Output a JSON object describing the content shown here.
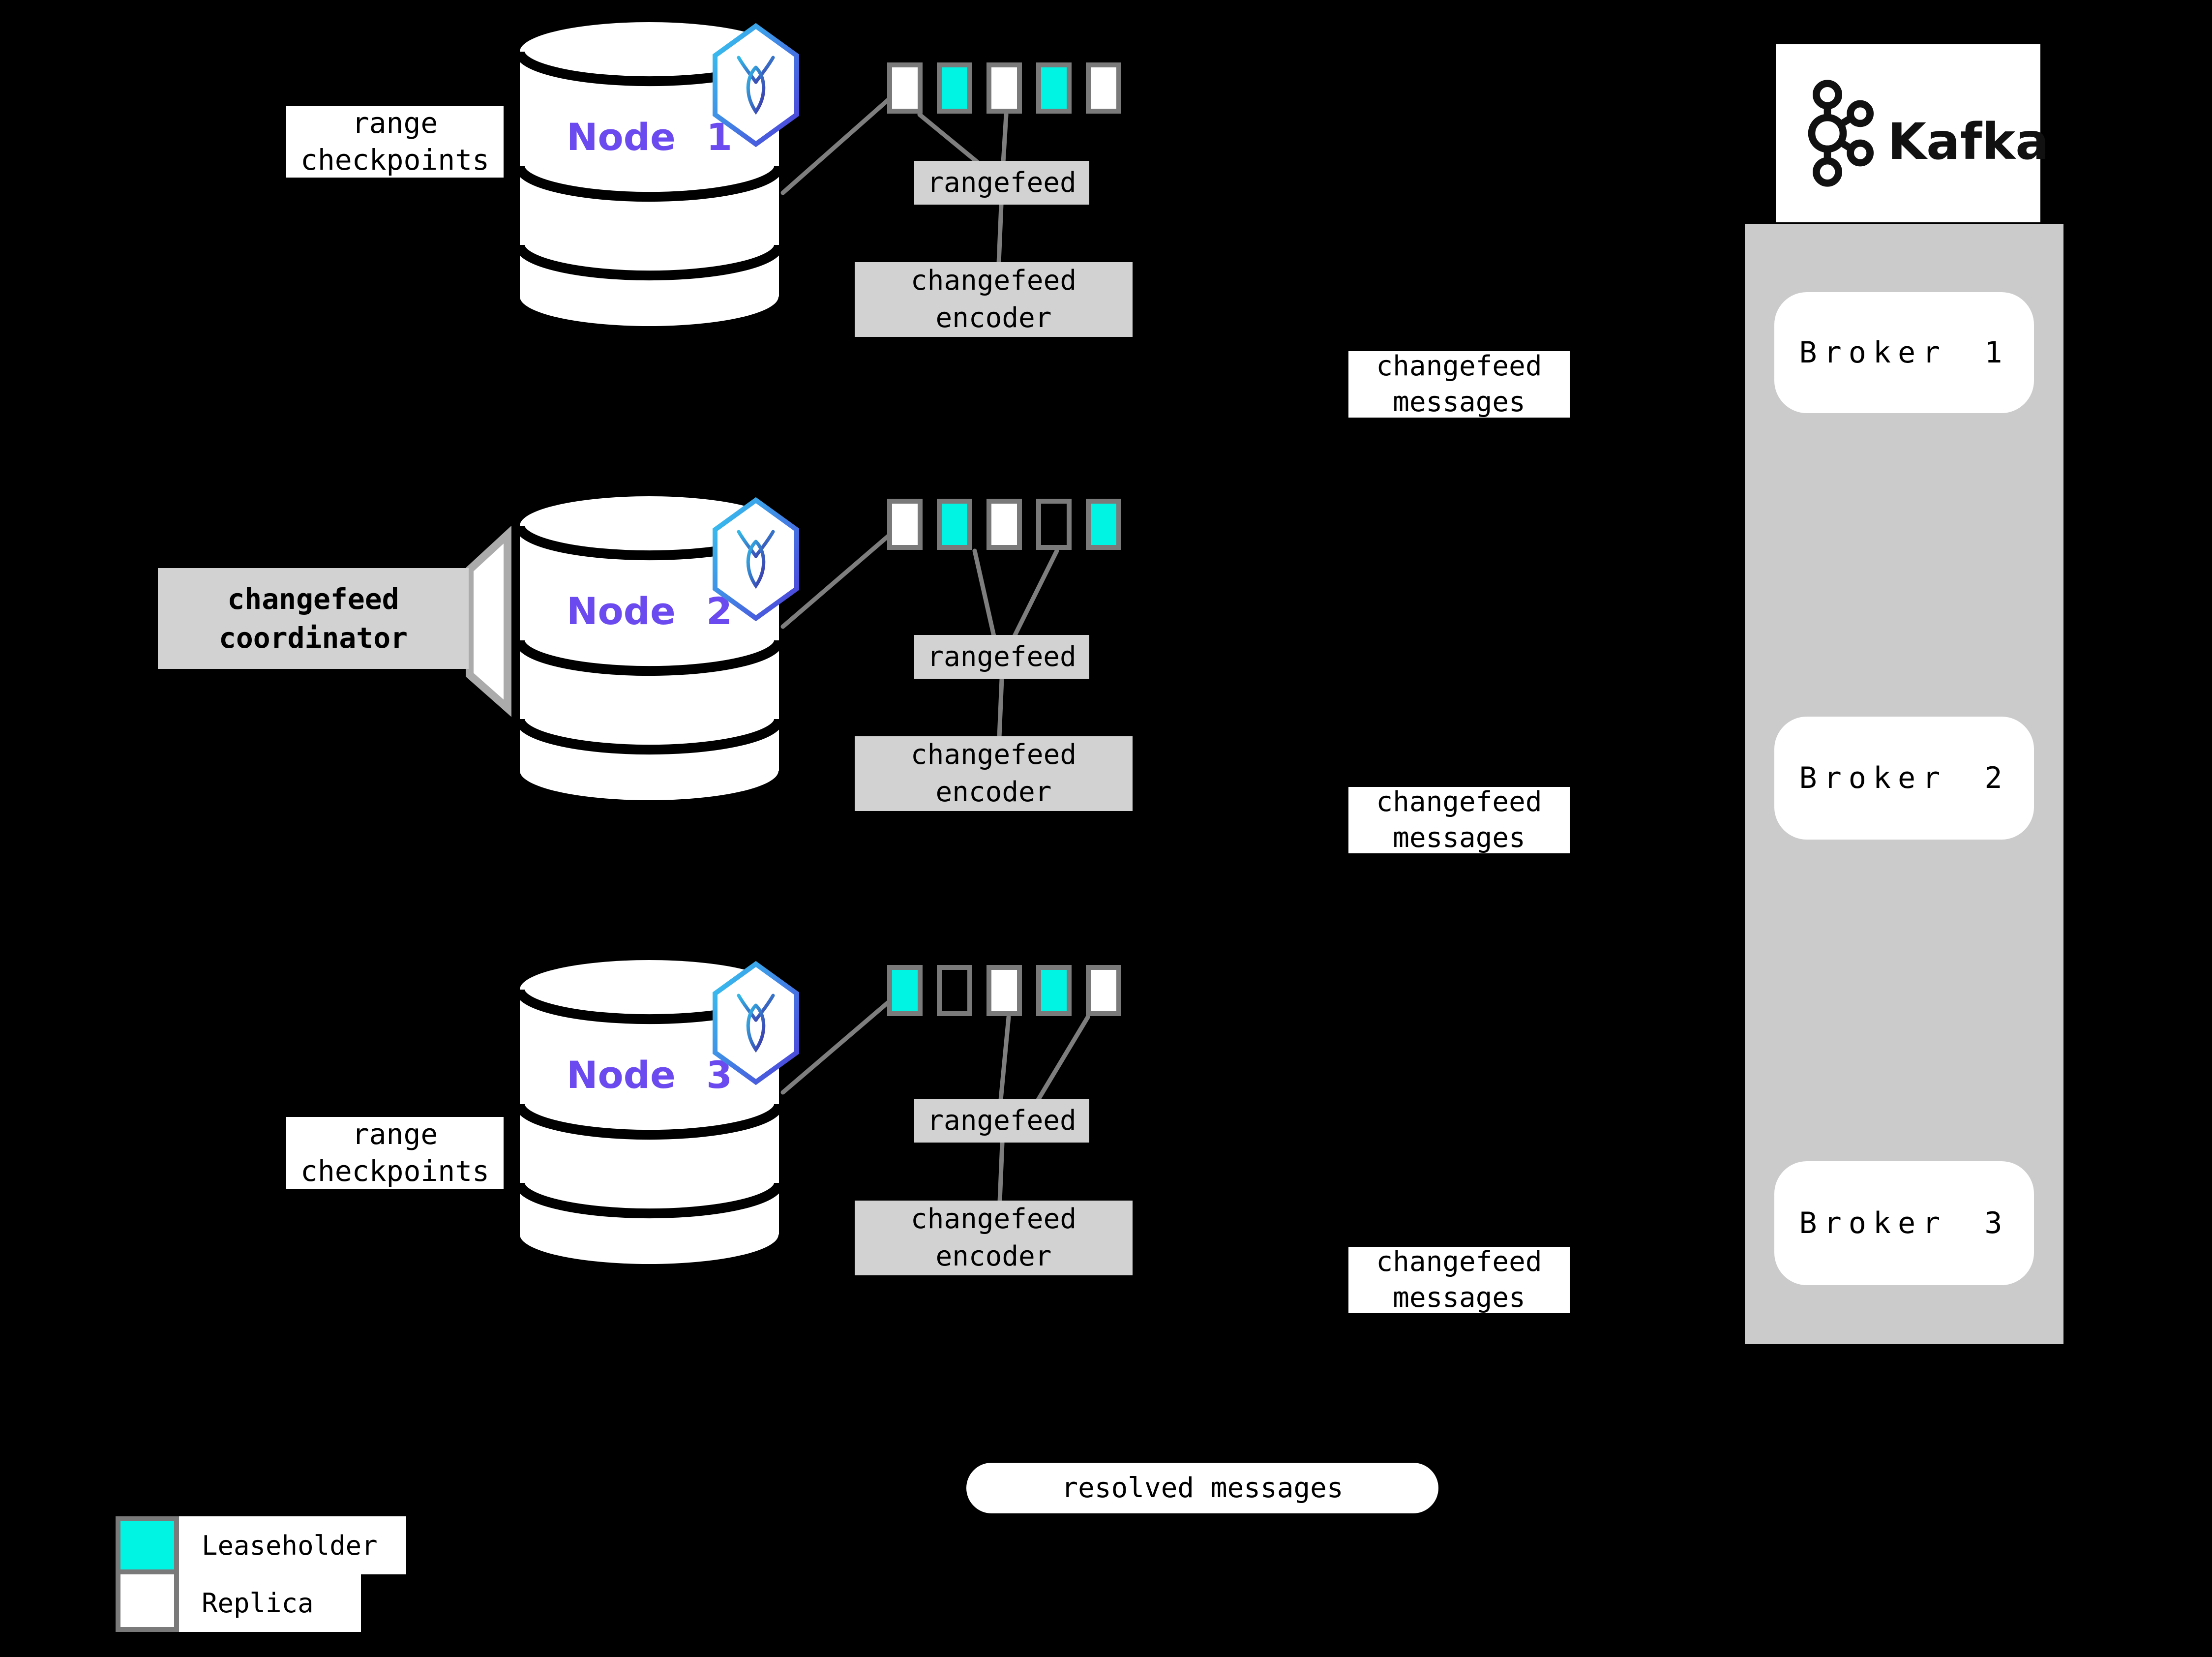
{
  "diagram": {
    "colors": {
      "background": "#000000",
      "leaseholder": "#00F4E4",
      "replica": "#FFFFFF",
      "empty": "transparent",
      "range_border": "#7A7A7A",
      "label_gray": "#D2D2D2",
      "panel_gray": "#CBCBCB",
      "node_label": "#6B4AF0",
      "connector": "#7E7E7E"
    },
    "icons": {
      "node_badge": "cockroachdb-hexagon-icon",
      "kafka_logo": "kafka-circles-icon",
      "broker_arrow": "left-arrowhead-icon"
    },
    "node_groups": [
      {
        "node_label": "Node 1",
        "side_label": "range checkpoints",
        "ranges": [
          "replica",
          "leaseholder",
          "replica",
          "leaseholder",
          "replica"
        ],
        "rangefeed_label": "rangefeed",
        "encoder_label": "changefeed encoder",
        "messages_label": "changefeed messages"
      },
      {
        "node_label": "Node 2",
        "side_label": "changefeed coordinator",
        "ranges": [
          "replica",
          "leaseholder",
          "replica",
          "empty",
          "leaseholder"
        ],
        "rangefeed_label": "rangefeed",
        "encoder_label": "changefeed encoder",
        "messages_label": "changefeed messages"
      },
      {
        "node_label": "Node 3",
        "side_label": "range checkpoints",
        "ranges": [
          "leaseholder",
          "empty",
          "replica",
          "leaseholder",
          "replica"
        ],
        "rangefeed_label": "rangefeed",
        "encoder_label": "changefeed encoder",
        "messages_label": "changefeed messages"
      }
    ],
    "kafka": {
      "wordmark": "Kafka",
      "brokers": [
        {
          "label": "Broker 1"
        },
        {
          "label": "Broker 2"
        },
        {
          "label": "Broker 3"
        }
      ]
    },
    "resolved_messages_label": "resolved messages",
    "legend": [
      {
        "type": "leaseholder",
        "label": "Leaseholder"
      },
      {
        "type": "replica",
        "label": "Replica"
      }
    ]
  }
}
